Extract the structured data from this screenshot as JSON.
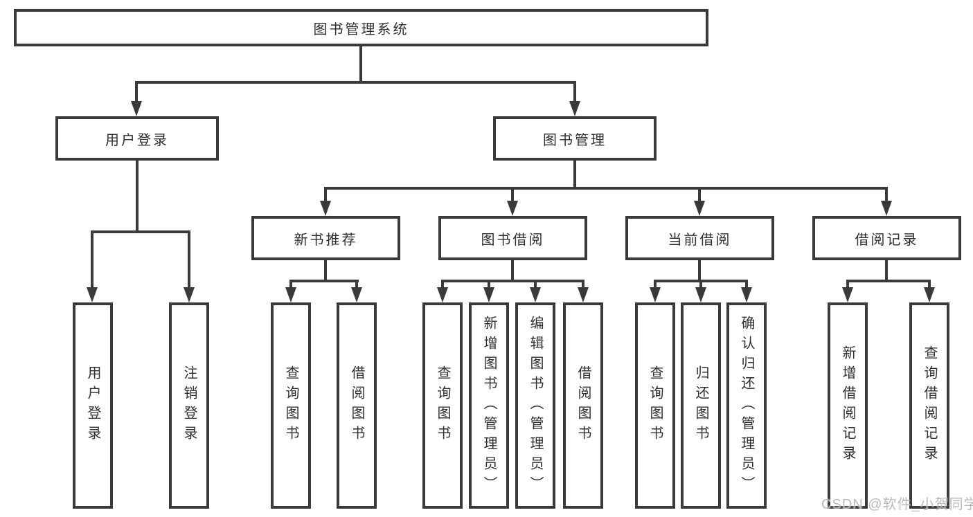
{
  "nodes": {
    "root": "图书管理系统",
    "level2": [
      "用户登录",
      "图书管理"
    ],
    "level3": [
      "新书推荐",
      "图书借阅",
      "当前借阅",
      "借阅记录"
    ],
    "leaves_user": [
      "用户登录",
      "注销登录"
    ],
    "leaves_newbook": [
      "查询图书",
      "借阅图书"
    ],
    "leaves_borrow": [
      "查询图书",
      "新增图书（管理员）",
      "编辑图书（管理员）",
      "借阅图书"
    ],
    "leaves_current": [
      "查询图书",
      "归还图书",
      "确认归还（管理员）"
    ],
    "leaves_records": [
      "新增借阅记录",
      "查询借阅记录"
    ]
  },
  "watermark": "CSDN @软件_小贺同学",
  "colors": {
    "line": "#3a3a3a",
    "border": "#3a3a3a",
    "text": "#2f2f2f",
    "watermark": "#b5b5b5",
    "background": "#ffffff"
  }
}
